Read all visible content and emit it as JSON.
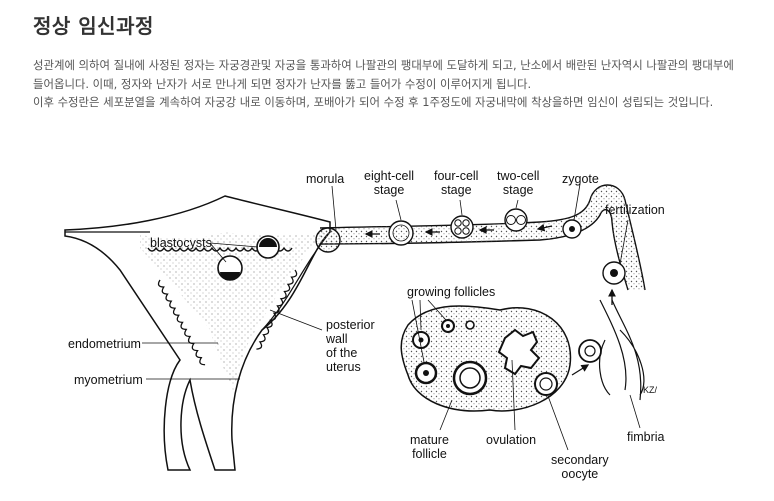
{
  "page": {
    "title": "정상 임신과정",
    "paragraph1": "성관계에 의하여 질내에 사정된 정자는 자궁경관및 자궁을 통과하여 나팔관의 팽대부에 도달하게 되고, 난소에서 배란된 난자역시 나팔관의 팽대부에 들어옵니다. 이때, 정자와 난자가 서로 만나게 되면 정자가 난자를 뚫고 들어가 수정이 이루어지게 됩니다.",
    "paragraph2": "이후 수정란은 세포분열을 계속하여 자궁강 내로 이동하며, 포배아가 되어 수정 후 1주정도에 자궁내막에 착상을하면 임신이 성립되는 것입니다."
  },
  "diagram": {
    "labels": {
      "morula": "morula",
      "eight_cell": "eight-cell\nstage",
      "four_cell": "four-cell\nstage",
      "two_cell": "two-cell\nstage",
      "zygote": "zygote",
      "fertilization": "fertilization",
      "blastocysts": "blastocysts",
      "growing_follicles": "growing follicles",
      "posterior_wall": "posterior\nwall\nof the\nuterus",
      "endometrium": "endometrium",
      "myometrium": "myometrium",
      "mature_follicle": "mature\nfollicle",
      "ovulation": "ovulation",
      "secondary_oocyte": "secondary\noocyte",
      "fimbria": "fimbria",
      "signature": "KZ/"
    }
  }
}
